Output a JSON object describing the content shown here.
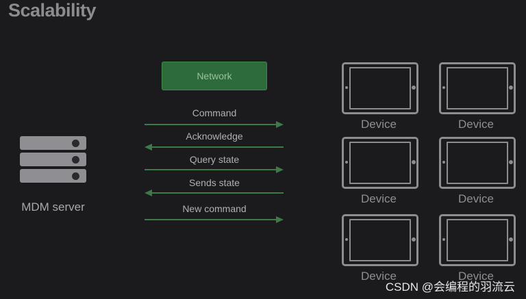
{
  "title": "Scalability",
  "server_label": "MDM server",
  "network_label": "Network",
  "messages": [
    {
      "label": "Command",
      "direction": "right"
    },
    {
      "label": "Acknowledge",
      "direction": "left"
    },
    {
      "label": "Query state",
      "direction": "right"
    },
    {
      "label": "Sends state",
      "direction": "left"
    },
    {
      "label": "New command",
      "direction": "right"
    }
  ],
  "devices": [
    {
      "label": "Device"
    },
    {
      "label": "Device"
    },
    {
      "label": "Device"
    },
    {
      "label": "Device"
    },
    {
      "label": "Device"
    },
    {
      "label": "Device"
    }
  ],
  "colors": {
    "background": "#1b1b1d",
    "network_fill": "#2e6b3a",
    "arrow": "#3d7a48",
    "device_outline": "#8d8d91",
    "server_fill": "#8f8f93"
  },
  "watermark": "CSDN @会编程的羽流云"
}
